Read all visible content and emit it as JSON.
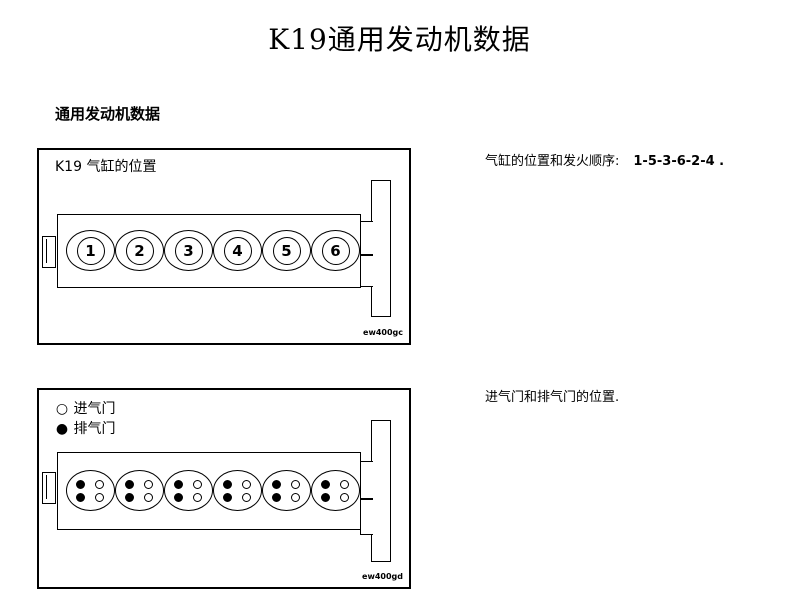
{
  "page": {
    "title": "K19通用发动机数据",
    "section_heading": "通用发动机数据"
  },
  "diagram_top": {
    "label": "K19 气缸的位置",
    "cylinders": [
      "1",
      "2",
      "3",
      "4",
      "5",
      "6"
    ],
    "code": "ew400gc"
  },
  "diagram_bottom": {
    "legend": [
      {
        "symbol": "○",
        "text": "进气门"
      },
      {
        "symbol": "●",
        "text": "排气门"
      }
    ],
    "code": "ew400gd"
  },
  "descriptions": {
    "top_text": "气缸的位置和发火顺序:",
    "firing_order": "1-5-3-6-2-4 .",
    "bottom_text": "进气门和排气门的位置."
  }
}
